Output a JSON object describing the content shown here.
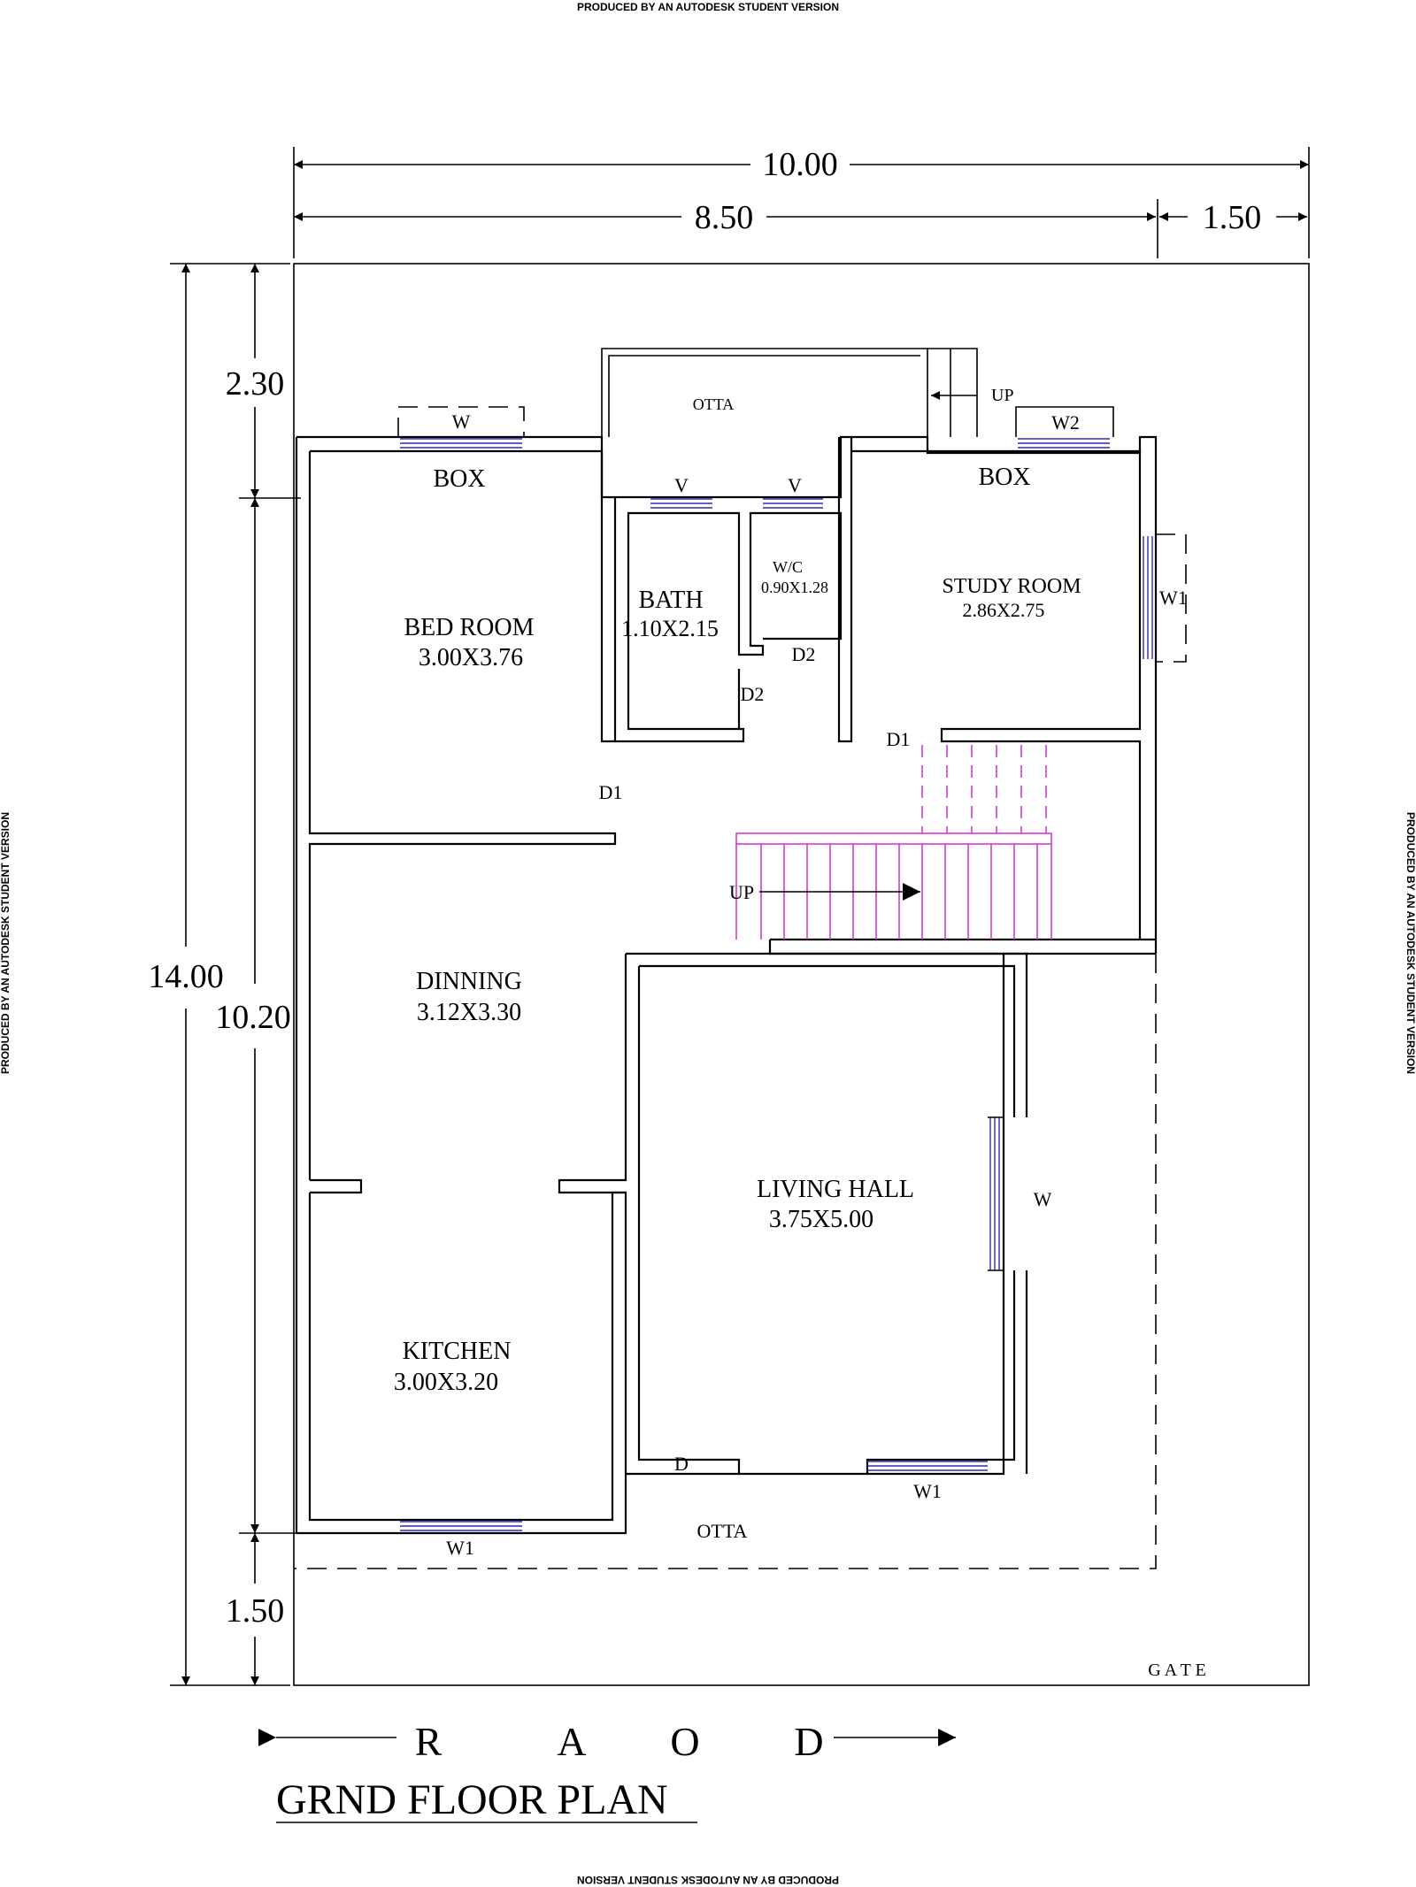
{
  "watermark": "PRODUCED BY AN AUTODESK STUDENT VERSION",
  "dimensions": {
    "overall_width": "10.00",
    "main_width": "8.50",
    "side_width": "1.50",
    "overall_depth": "14.00",
    "front_setback": "2.30",
    "building_depth": "10.20",
    "rear_setback": "1.50"
  },
  "rooms": {
    "bedroom": {
      "name": "BED ROOM",
      "size": "3.00X3.76"
    },
    "bath": {
      "name": "BATH",
      "size": "1.10X2.15"
    },
    "wc": {
      "name": "W/C",
      "size": "0.90X1.28"
    },
    "study": {
      "name": "STUDY ROOM",
      "size": "2.86X2.75"
    },
    "dinning": {
      "name": "DINNING",
      "size": "3.12X3.30"
    },
    "living": {
      "name": "LIVING HALL",
      "size": "3.75X5.00"
    },
    "kitchen": {
      "name": "KITCHEN",
      "size": "3.00X3.20"
    }
  },
  "labels": {
    "otta_top": "OTTA",
    "otta_bottom": "OTTA",
    "up_top": "UP",
    "up_stair": "UP",
    "box_left": "BOX",
    "box_right": "BOX",
    "w_bedroom": "W",
    "w2_study": "W2",
    "v_bath": "V",
    "v_wc": "V",
    "w1_study": "W1",
    "d2_bath": "D2",
    "d2_wc": "D2",
    "d1_study": "D1",
    "d1_bedroom": "D1",
    "w_living": "W",
    "d_living": "D",
    "w1_living": "W1",
    "w1_kitchen": "W1",
    "gate": "G A T E"
  },
  "road": {
    "r": "R",
    "a": "A",
    "o": "O",
    "d": "D"
  },
  "title": "GRND FLOOR PLAN",
  "colors": {
    "stair": "#d13ad1",
    "window": "#2f2fb4"
  }
}
